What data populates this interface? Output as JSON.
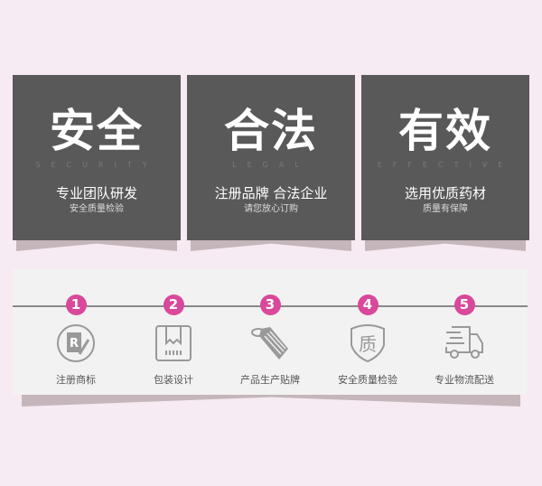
{
  "cards": [
    {
      "title": "安全",
      "en": "SECURITY",
      "line1": "专业团队研发",
      "line2": "安全质量检验"
    },
    {
      "title": "合法",
      "en": "LEGAL",
      "line1": "注册品牌 合法企业",
      "line2": "请您放心订购"
    },
    {
      "title": "有效",
      "en": "EFFECTIVE",
      "line1": "选用优质药材",
      "line2": "质量有保障"
    }
  ],
  "steps": [
    {
      "num": "1",
      "label": "注册商标",
      "icon": "registered-trademark-icon"
    },
    {
      "num": "2",
      "label": "包装设计",
      "icon": "package-box-icon"
    },
    {
      "num": "3",
      "label": "产品生产贴牌",
      "icon": "tag-icon"
    },
    {
      "num": "4",
      "label": "安全质量检验",
      "icon": "quality-shield-icon",
      "icon_text": "质"
    },
    {
      "num": "5",
      "label": "专业物流配送",
      "icon": "delivery-truck-icon"
    }
  ],
  "colors": {
    "accent": "#d9489a",
    "card": "#595959",
    "background": "#f6eaf3"
  }
}
